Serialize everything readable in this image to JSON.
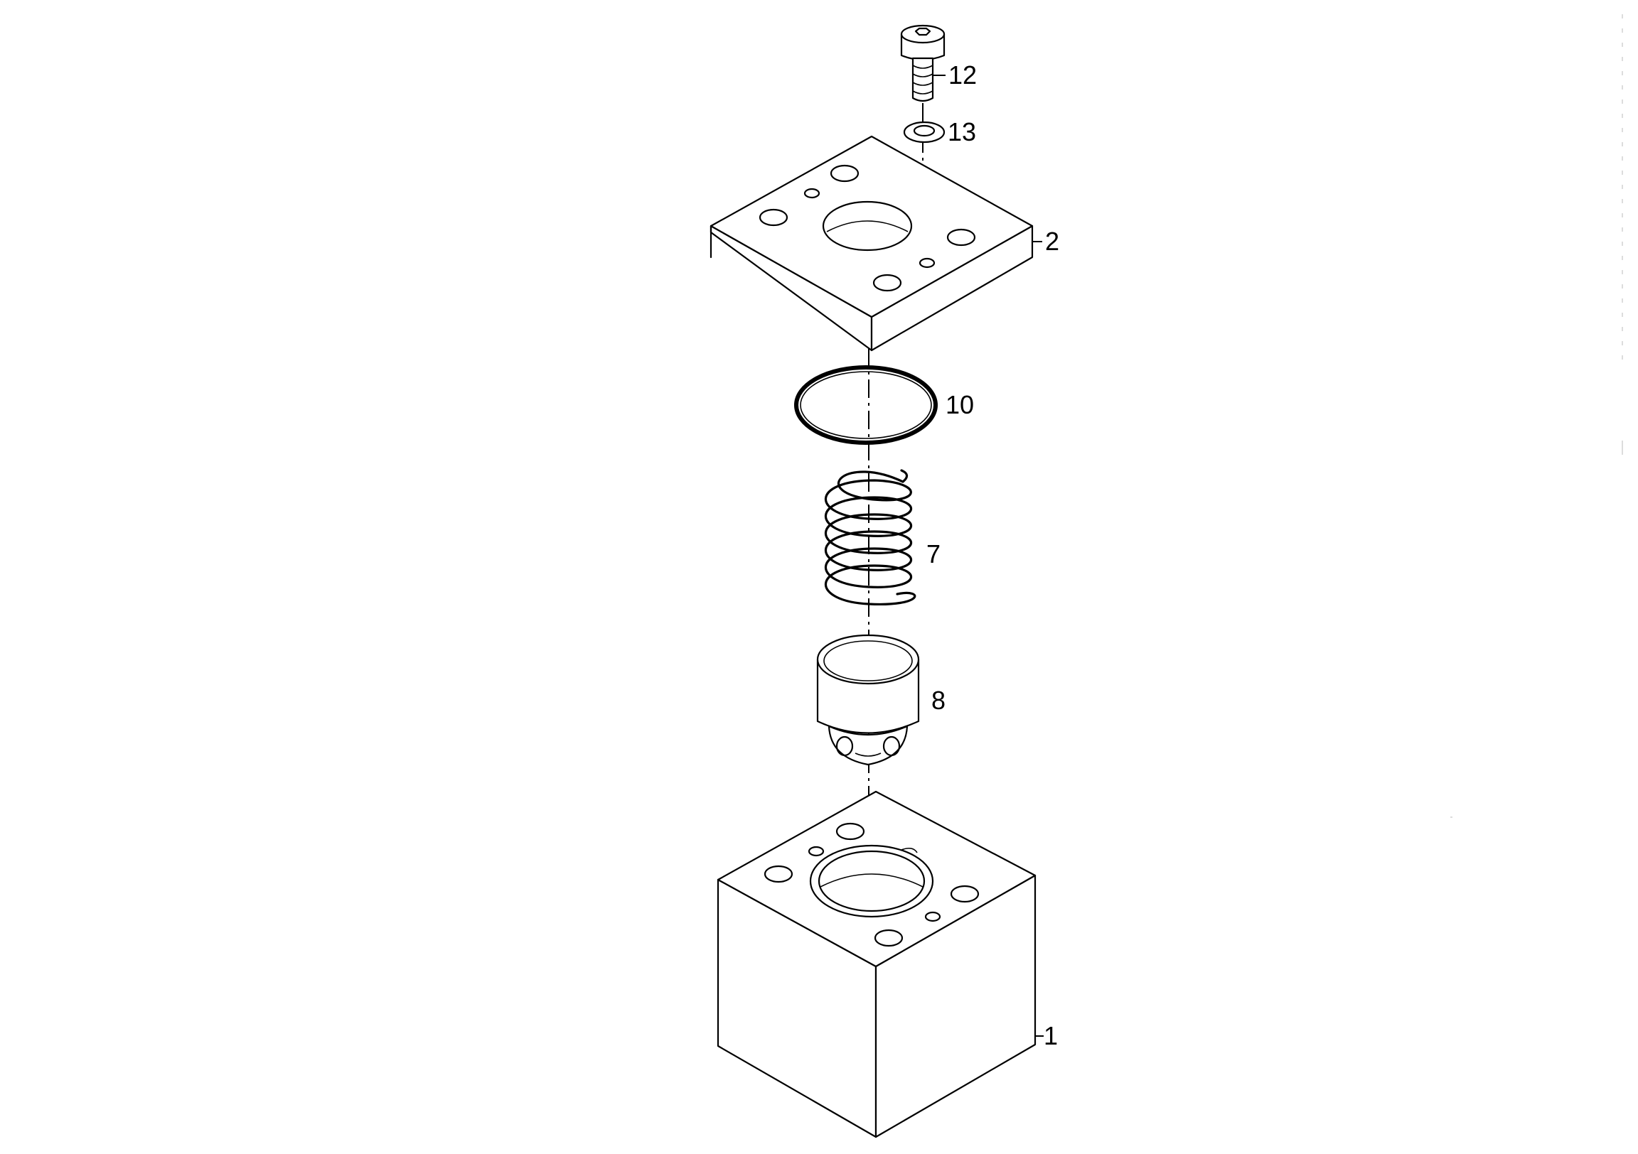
{
  "callouts": {
    "part_12": "12",
    "part_13": "13",
    "part_2": "2",
    "part_10": "10",
    "part_7": "7",
    "part_8": "8",
    "part_1": "1"
  }
}
